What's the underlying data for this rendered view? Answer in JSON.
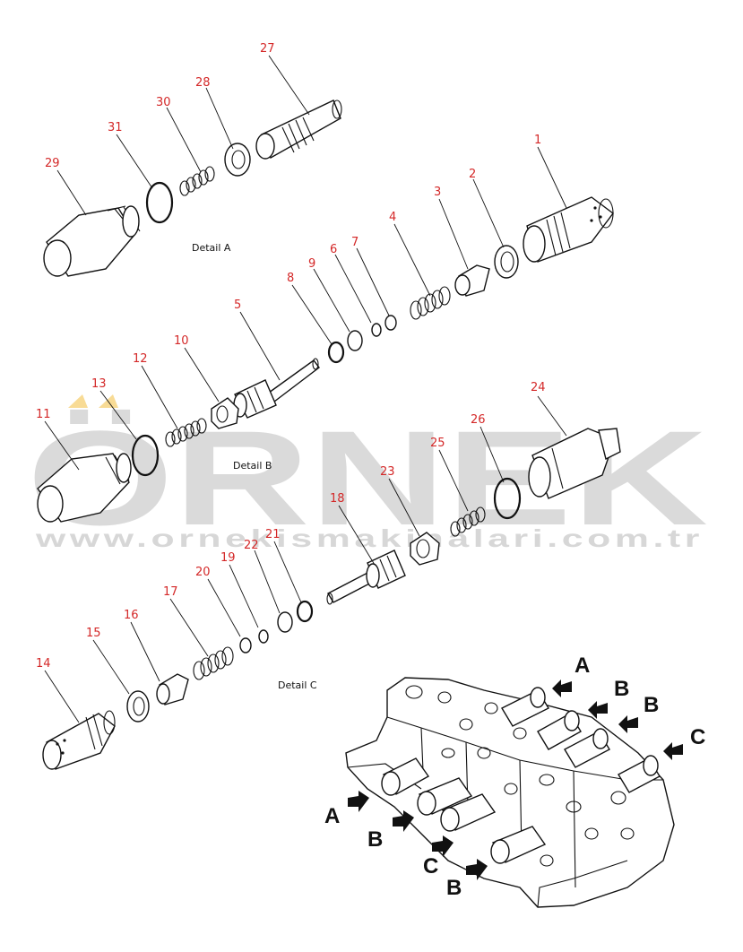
{
  "details": {
    "a": "Detail A",
    "b": "Detail B",
    "c": "Detail C"
  },
  "callouts": {
    "n1": "1",
    "n2": "2",
    "n3": "3",
    "n4": "4",
    "n5": "5",
    "n6": "6",
    "n7": "7",
    "n8": "8",
    "n9": "9",
    "n10": "10",
    "n11": "11",
    "n12": "12",
    "n13": "13",
    "n14": "14",
    "n15": "15",
    "n16": "16",
    "n17": "17",
    "n18": "18",
    "n19": "19",
    "n20": "20",
    "n21": "21",
    "n22": "22",
    "n23": "23",
    "n24": "24",
    "n25": "25",
    "n26": "26",
    "n27": "27",
    "n28": "28",
    "n29": "29",
    "n30": "30",
    "n31": "31"
  },
  "arrows": {
    "a1": "A",
    "b1": "B",
    "b2": "B",
    "c1": "C",
    "a2": "A",
    "b3": "B",
    "c2": "C",
    "b4": "B"
  },
  "watermark": {
    "brand": "ÖRNEK",
    "url": "www.ornekismakinalari.com.tr"
  },
  "colors": {
    "callout": "#d42828",
    "watermark": "#bdbdbd",
    "umlaut": "#f6d27a"
  }
}
